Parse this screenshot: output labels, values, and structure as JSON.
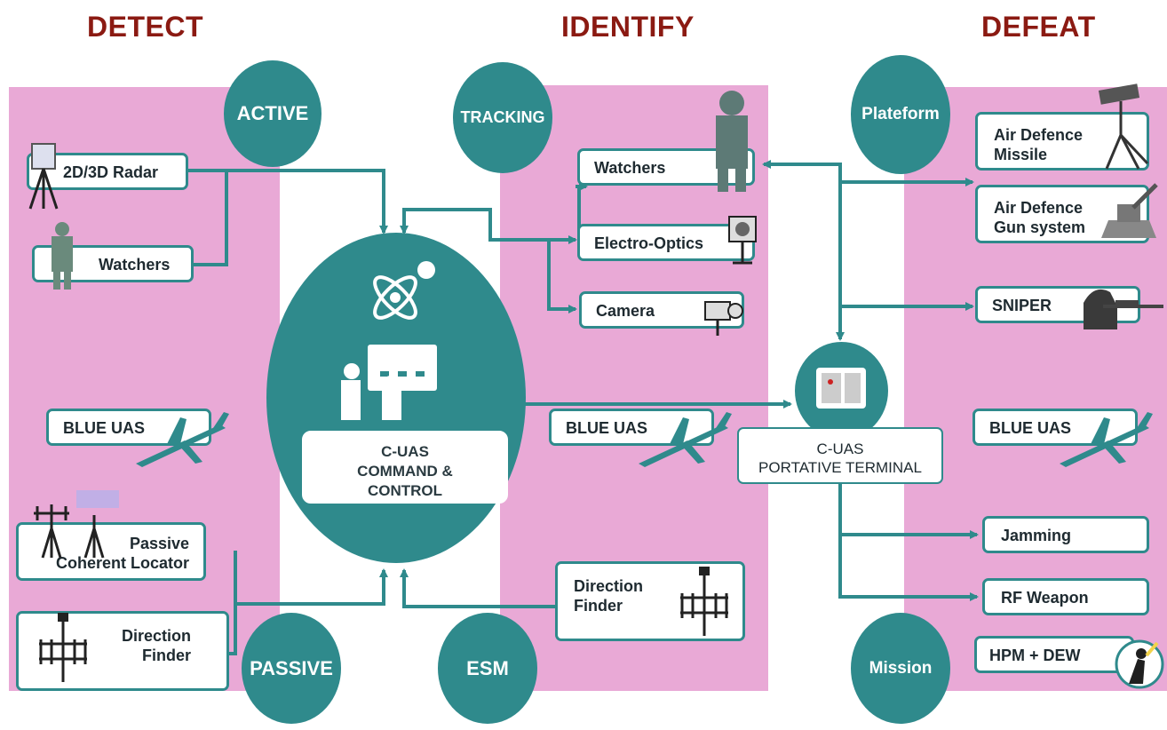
{
  "headings": {
    "detect": "DETECT",
    "identify": "IDENTIFY",
    "defeat": "DEFEAT"
  },
  "circles": {
    "active": "ACTIVE",
    "passive": "PASSIVE",
    "tracking": "TRACKING",
    "esm": "ESM",
    "plateform": "Plateform",
    "mission": "Mission"
  },
  "detect": {
    "radar": "2D/3D Radar",
    "watchers": "Watchers",
    "blue_uas": "BLUE UAS",
    "passive_locator_line1": "Passive",
    "passive_locator_line2": "Coherent Locator",
    "direction_finder_line1": "Direction",
    "direction_finder_line2": "Finder"
  },
  "command": {
    "line1": "C-UAS",
    "line2": "COMMAND &",
    "line3": "CONTROL"
  },
  "identify": {
    "watchers": "Watchers",
    "electro_optics": "Electro-Optics",
    "camera": "Camera",
    "blue_uas": "BLUE UAS",
    "direction_finder_line1": "Direction",
    "direction_finder_line2": "Finder"
  },
  "terminal": {
    "line1": "C-UAS",
    "line2": "PORTATIVE TERMINAL"
  },
  "defeat": {
    "missile_line1": "Air Defence",
    "missile_line2": "Missile",
    "gun_line1": "Air Defence",
    "gun_line2": "Gun system",
    "sniper": "SNIPER",
    "blue_uas": "BLUE UAS",
    "jamming": "Jamming",
    "rf_weapon": "RF Weapon",
    "hpm_dew": "HPM + DEW"
  },
  "colors": {
    "teal": "#2f8a8c",
    "pink": "#e9a9d6",
    "heading": "#8b1a12"
  }
}
